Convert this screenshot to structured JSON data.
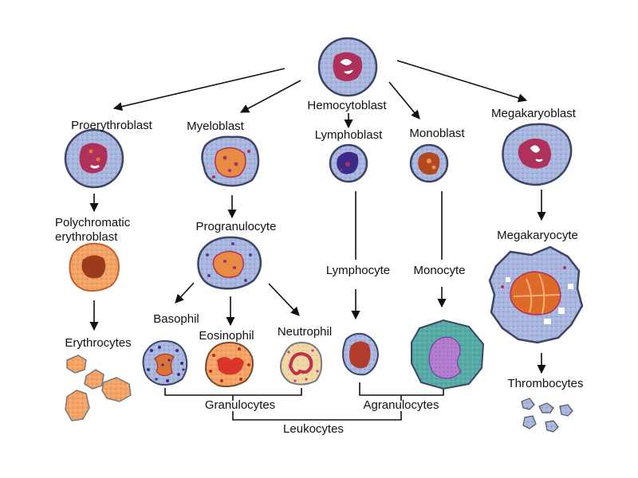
{
  "labels": {
    "hemocytoblast": "Hemocytoblast",
    "proerythroblast": "Proerythroblast",
    "myeloblast": "Myeloblast",
    "lymphoblast": "Lymphoblast",
    "monoblast": "Monoblast",
    "megakaryoblast": "Megakaryoblast",
    "polychromatic_line1": "Polychromatic",
    "polychromatic_line2": "erythroblast",
    "progranulocyte": "Progranulocyte",
    "lymphocyte": "Lymphocyte",
    "monocyte": "Monocyte",
    "megakaryocyte": "Megakaryocyte",
    "erythrocytes": "Erythrocytes",
    "basophil": "Basophil",
    "eosinophil": "Eosinophil",
    "neutrophil": "Neutrophil",
    "thrombocytes": "Thrombocytes",
    "granulocytes": "Granulocytes",
    "agranulocytes": "Agranulocytes",
    "leukocytes": "Leukocytes"
  },
  "colors": {
    "cytoplasm_blue": "#a7b6dd",
    "cytoplasm_dark_rim": "#4a4f70",
    "nucleus_magenta": "#b0305c",
    "nucleus_white": "#ffffff",
    "orange_cell": "#f3a062",
    "orange_dark": "#d9733a",
    "brown_nucleus": "#9c3a1c",
    "basophil_granule": "#4a3ba0",
    "eosinophil_granule": "#d9352b",
    "monocyte_teal": "#4fa7a4",
    "monocyte_nucleus": "#b17acb",
    "lymphocyte_nucleus": "#b23c2c",
    "line_color": "#111111"
  }
}
